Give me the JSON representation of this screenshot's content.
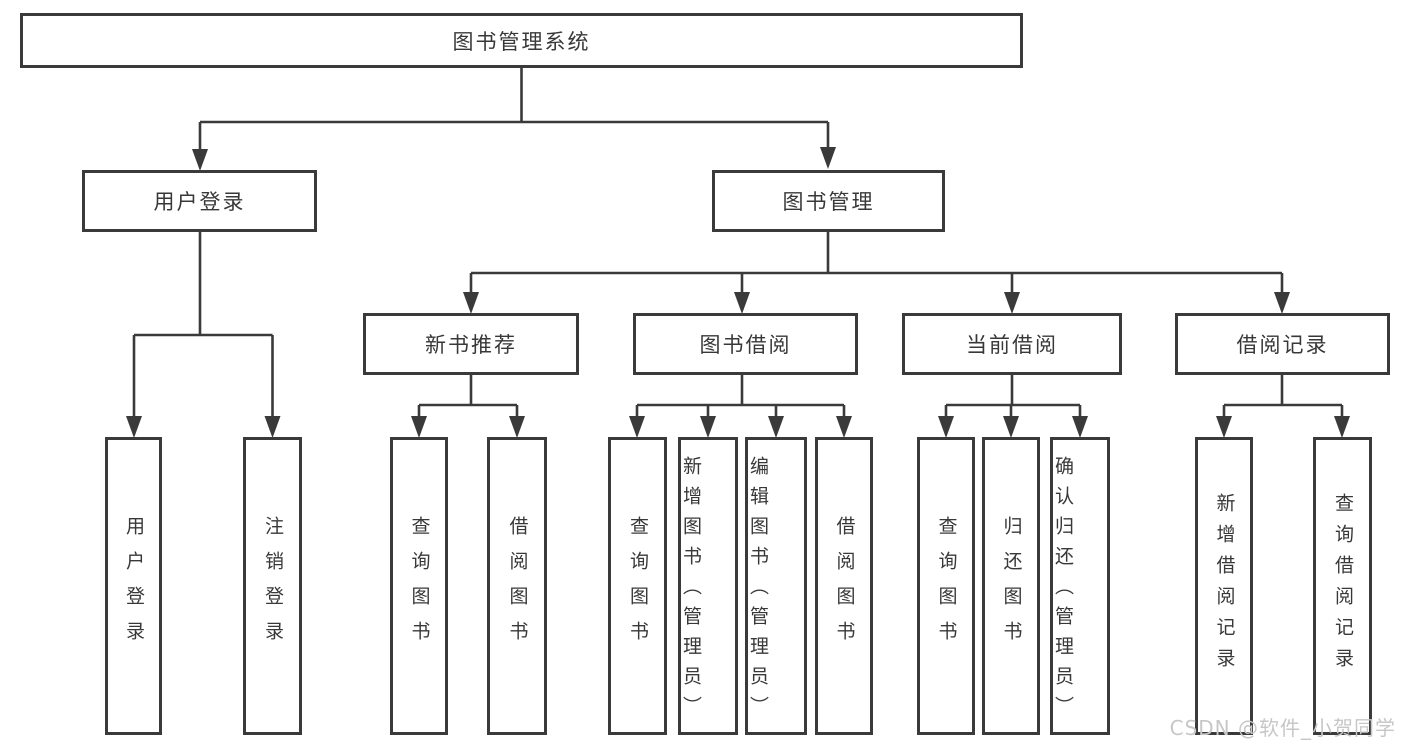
{
  "nodes": {
    "root": {
      "label": "图书管理系统"
    },
    "user_login": {
      "label": "用户登录"
    },
    "book_mgmt": {
      "label": "图书管理"
    },
    "user_login_action": {
      "label": "用户登录"
    },
    "logout_action": {
      "label": "注销登录"
    },
    "new_book_rec": {
      "label": "新书推荐"
    },
    "book_borrow": {
      "label": "图书借阅"
    },
    "current_borrow": {
      "label": "当前借阅"
    },
    "borrow_record": {
      "label": "借阅记录"
    },
    "nbr_query_book": {
      "label": "查询图书"
    },
    "nbr_borrow_book": {
      "label": "借阅图书"
    },
    "bb_query_book": {
      "label": "查询图书"
    },
    "bb_add_book": {
      "label": "新增图书（管理员）"
    },
    "bb_edit_book": {
      "label": "编辑图书（管理员）"
    },
    "bb_borrow_book": {
      "label": "借阅图书"
    },
    "cb_query_book": {
      "label": "查询图书"
    },
    "cb_return_book": {
      "label": "归还图书"
    },
    "cb_confirm_return": {
      "label": "确认归还（管理员）"
    },
    "br_add_record": {
      "label": "新增借阅记录"
    },
    "br_query_record": {
      "label": "查询借阅记录"
    }
  },
  "watermark": {
    "text": "CSDN @软件_小贺同学"
  },
  "colors": {
    "line": "#3a3a3a",
    "box_border": "#3a3a3a",
    "box_background": "#ffffff",
    "text": "#383838",
    "watermark_text": "#c7c7c7",
    "page_background": "#ffffff"
  }
}
